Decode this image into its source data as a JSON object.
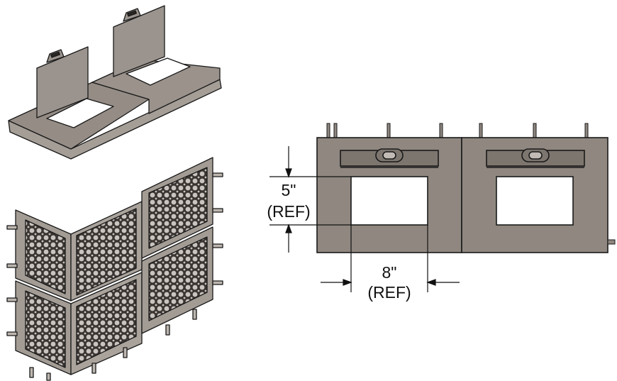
{
  "dimensions": {
    "height_value": "5\"",
    "height_ref": "(REF)",
    "width_value": "8\"",
    "width_ref": "(REF)"
  },
  "colors": {
    "panel": "#8f8780",
    "panel_dark": "#6e6660",
    "panel_light": "#b7b0aa",
    "outline": "#1a1a1a",
    "screen": "#3a3532"
  }
}
